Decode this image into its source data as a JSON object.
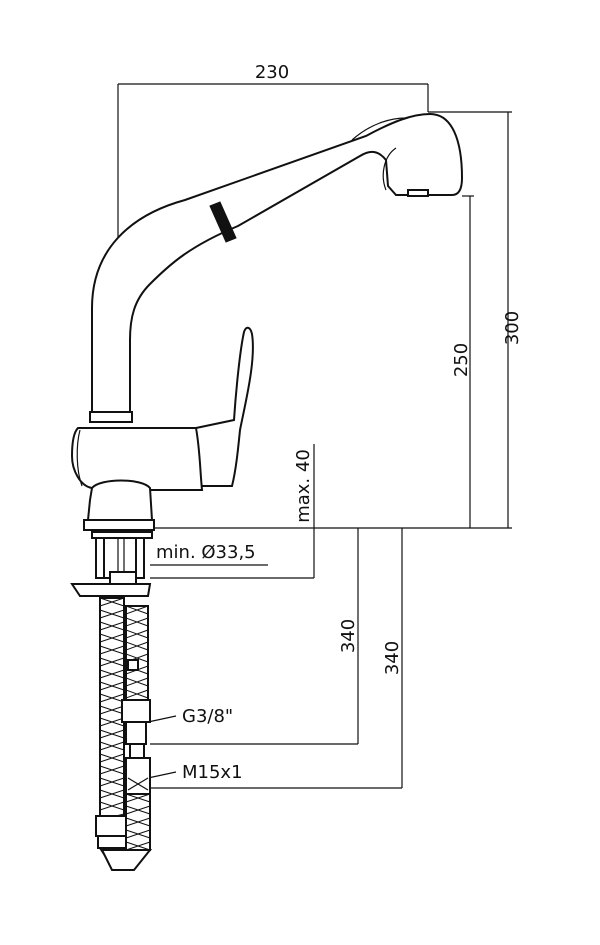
{
  "dimensions": {
    "width_total": "230",
    "height_total": "300",
    "spout_height": "250",
    "max_thickness": "max. 40",
    "hole_diameter": "min. Ø33,5",
    "hose_length_a": "340",
    "hose_length_b": "340",
    "thread_g": "G3/8\"",
    "thread_m": "M15x1"
  }
}
